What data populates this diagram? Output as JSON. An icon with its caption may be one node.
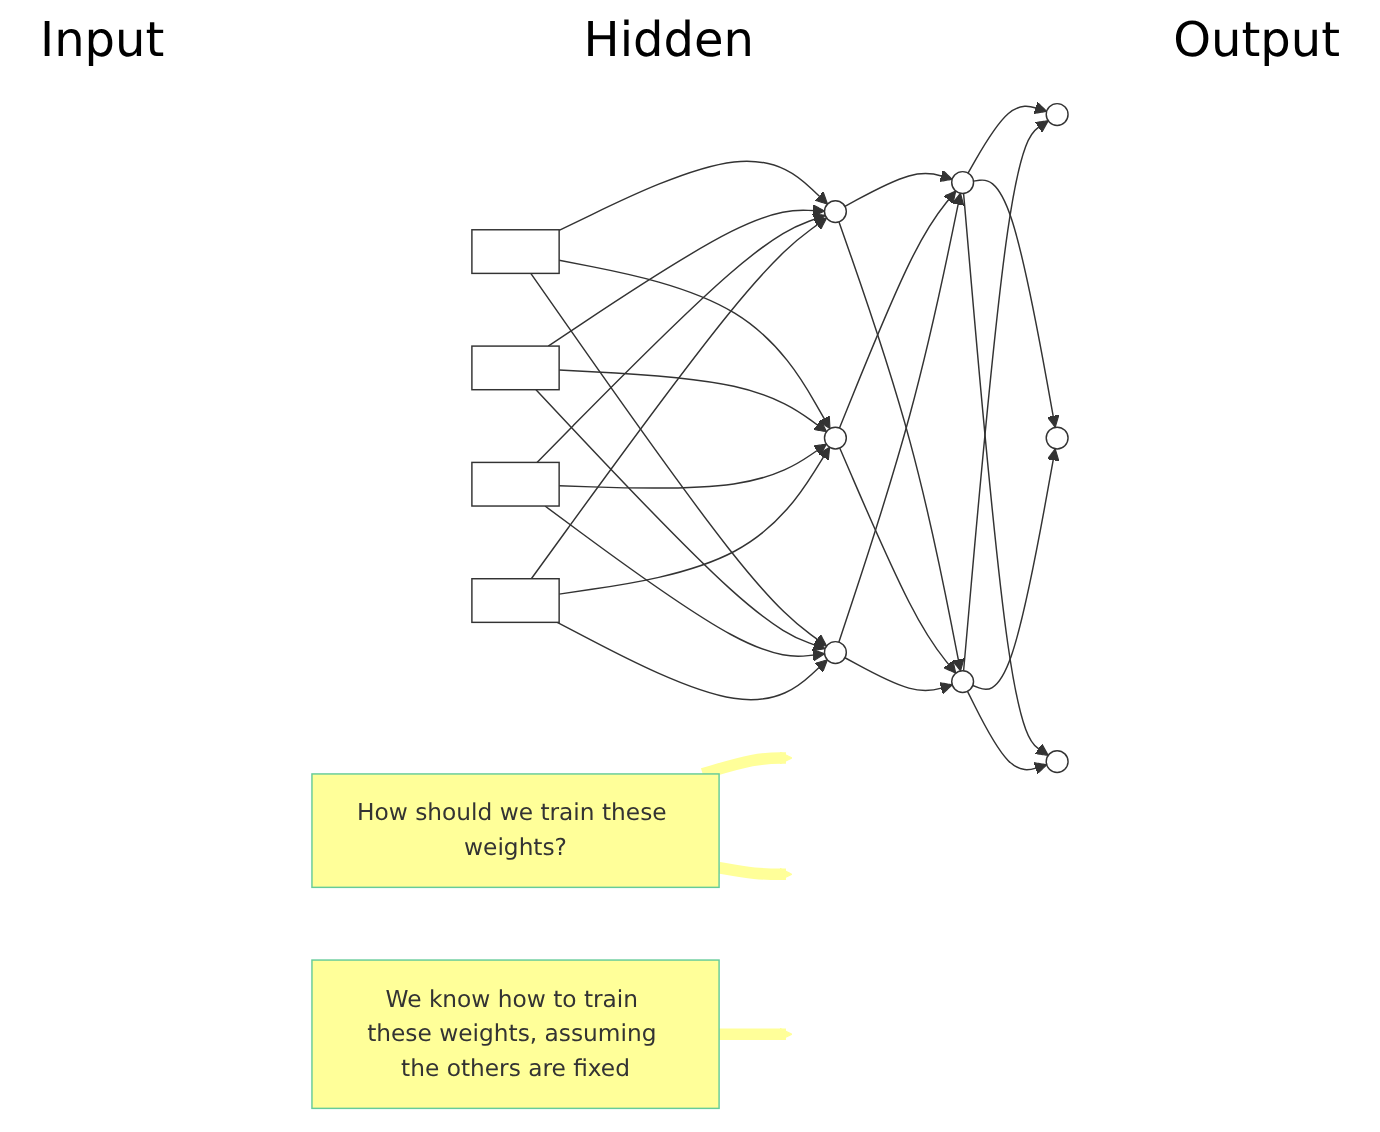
{
  "diagram": {
    "nodes": [
      {
        "text": [],
        "shape": "box"
      },
      {
        "text": [],
        "shape": "box"
      },
      {
        "text": [],
        "shape": "box"
      },
      {
        "text": [],
        "shape": "box"
      },
      {
        "text": [],
        "shape": "circle"
      },
      {
        "text": [],
        "shape": "circle"
      },
      {
        "text": [],
        "shape": "circle"
      },
      {
        "text": [],
        "shape": "circle"
      },
      {
        "text": [],
        "shape": "circle"
      },
      {
        "text": [],
        "shape": "circle"
      },
      {
        "text": [],
        "shape": "circle"
      },
      {
        "text": [],
        "shape": "circle"
      },
      {
        "text": [
          "How should we train these weights?"
        ]
      },
      {
        "text": [
          "We know how to train these weights, assuming the others are fixed"
        ]
      }
    ],
    "edges": [
      {
        "from": 0,
        "to": 4,
        "arrow": "to"
      },
      {
        "from": 0,
        "to": 5,
        "arrow": "to"
      },
      {
        "from": 0,
        "to": 6,
        "arrow": "to"
      },
      {
        "from": 1,
        "to": 4,
        "arrow": "to"
      },
      {
        "from": 1,
        "to": 5,
        "arrow": "to"
      },
      {
        "from": 1,
        "to": 6,
        "arrow": "to"
      },
      {
        "from": 2,
        "to": 4,
        "arrow": "to"
      },
      {
        "from": 2,
        "to": 5,
        "arrow": "to"
      },
      {
        "from": 2,
        "to": 6,
        "arrow": "to"
      },
      {
        "from": 3,
        "to": 4,
        "arrow": "to"
      },
      {
        "from": 3,
        "to": 5,
        "arrow": "to"
      },
      {
        "from": 3,
        "to": 6,
        "arrow": "to"
      },
      {
        "from": 4,
        "to": 7,
        "arrow": "to"
      },
      {
        "from": 4,
        "to": 8,
        "arrow": "to"
      },
      {
        "from": 5,
        "to": 7,
        "arrow": "to"
      },
      {
        "from": 5,
        "to": 8,
        "arrow": "to"
      },
      {
        "from": 6,
        "to": 7,
        "arrow": "to"
      },
      {
        "from": 6,
        "to": 8,
        "arrow": "to"
      },
      {
        "from": 7,
        "to": 9,
        "arrow": "to"
      },
      {
        "from": 7,
        "to": 10,
        "arrow": "to"
      },
      {
        "from": 7,
        "to": 11,
        "arrow": "to"
      },
      {
        "from": 8,
        "to": 9,
        "arrow": "to"
      },
      {
        "from": 8,
        "to": 10,
        "arrow": "to"
      },
      {
        "from": 8,
        "to": 11,
        "arrow": "to"
      },
      {
        "from": 12,
        "to": null,
        "arrow": "to",
        "style": "thick",
        "color": "#ffff99"
      },
      {
        "from": 12,
        "to": null,
        "arrow": "to",
        "style": "thick",
        "color": "#ffff99"
      },
      {
        "from": 13,
        "to": null,
        "arrow": "to",
        "style": "thick",
        "color": "#ffff99"
      }
    ],
    "labels": [
      "Input",
      "Hidden",
      "Output"
    ]
  }
}
